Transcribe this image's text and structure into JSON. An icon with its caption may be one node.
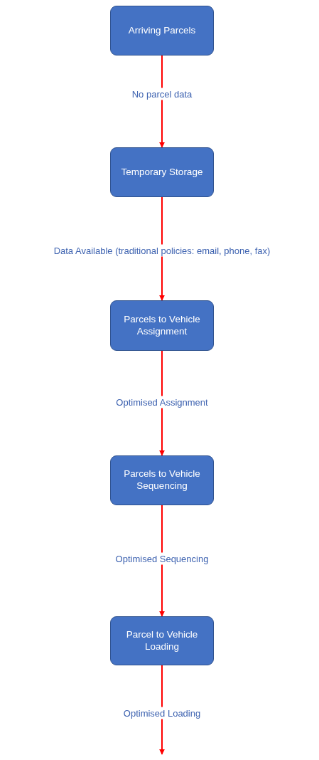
{
  "diagram": {
    "nodes": [
      {
        "text": [
          "Arriving Parcels"
        ]
      },
      {
        "text": [
          "Temporary Storage"
        ]
      },
      {
        "text": [
          "Parcels to Vehicle Assignment"
        ]
      },
      {
        "text": [
          "Parcels to Vehicle Sequencing"
        ]
      },
      {
        "text": [
          "Parcel to Vehicle Loading"
        ]
      }
    ],
    "edges": [
      {
        "from": 0,
        "to": 1,
        "arrow": "to",
        "label": "No parcel data"
      },
      {
        "from": 1,
        "to": 2,
        "arrow": "to",
        "label": "Data Available (traditional policies: email, phone, fax)"
      },
      {
        "from": 2,
        "to": 3,
        "arrow": "to",
        "label": "Optimised Assignment"
      },
      {
        "from": 3,
        "to": 4,
        "arrow": "to",
        "label": "Optimised Sequencing"
      },
      {
        "from": 4,
        "to": null,
        "arrow": "to",
        "label": "Optimised Loading"
      }
    ]
  }
}
